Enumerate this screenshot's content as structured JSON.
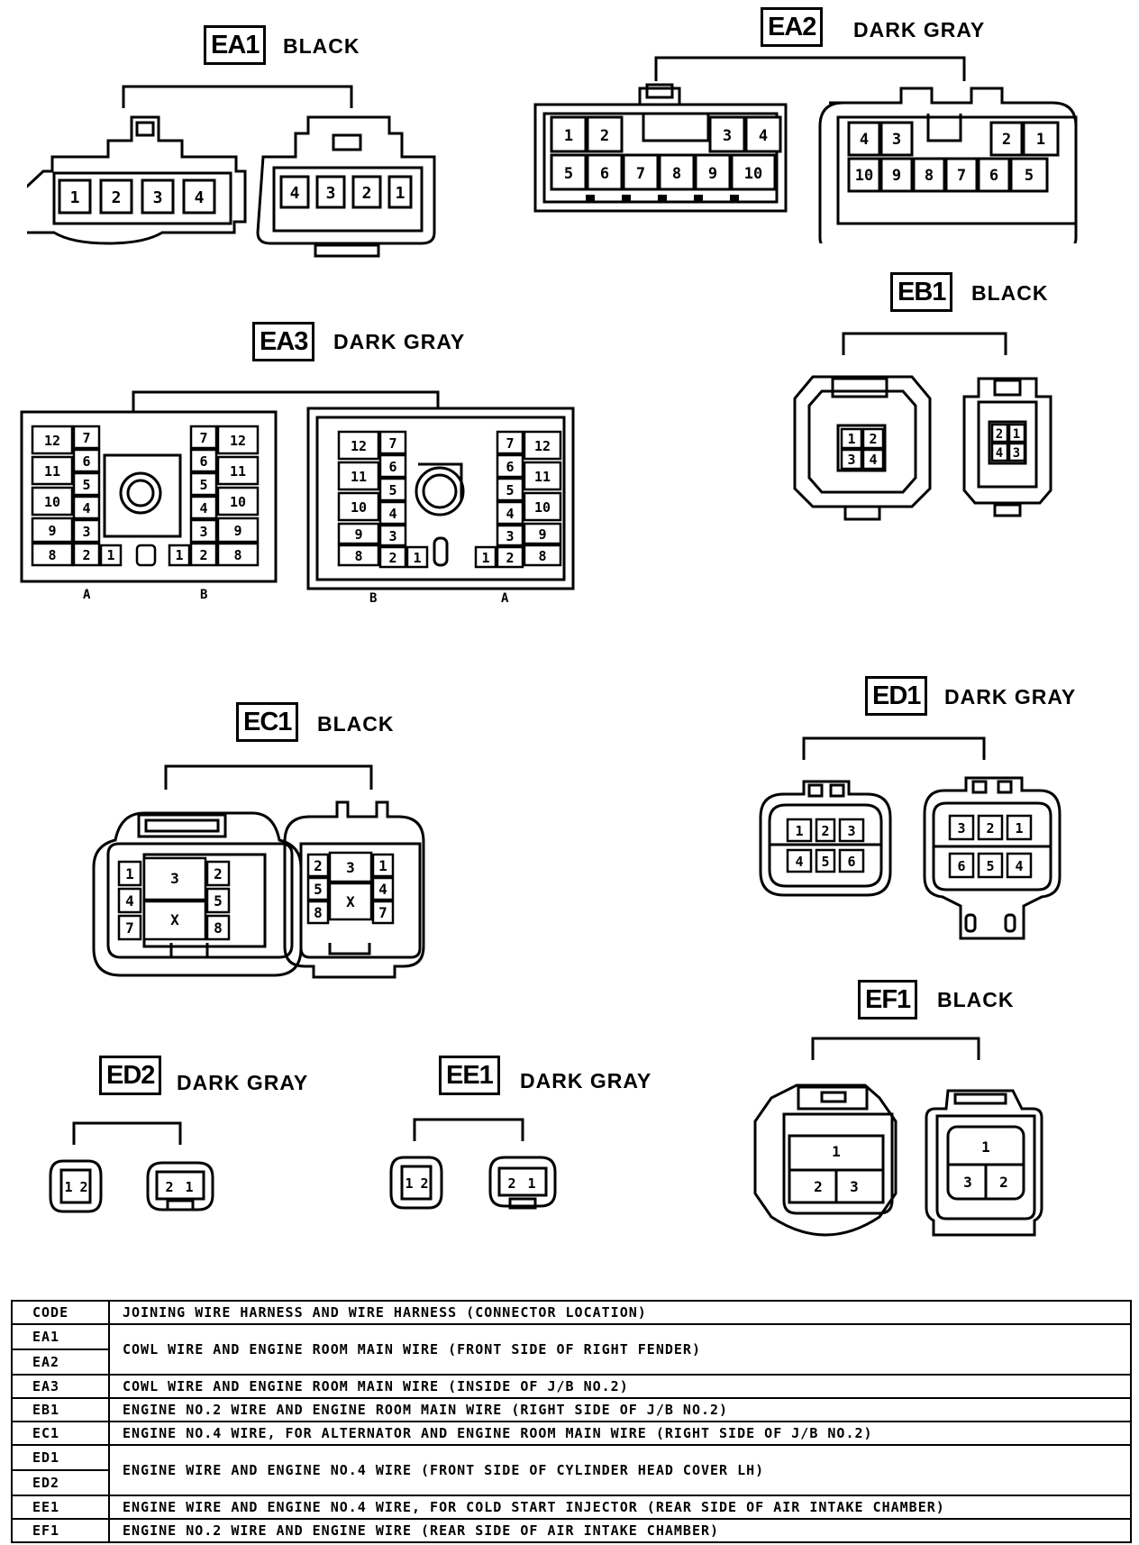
{
  "connectors": {
    "EA1": {
      "code": "EA1",
      "color": "BLACK"
    },
    "EA2": {
      "code": "EA2",
      "color": "DARK GRAY"
    },
    "EA3": {
      "code": "EA3",
      "color": "DARK GRAY"
    },
    "EB1": {
      "code": "EB1",
      "color": "BLACK"
    },
    "EC1": {
      "code": "EC1",
      "color": "BLACK"
    },
    "ED1": {
      "code": "ED1",
      "color": "DARK GRAY"
    },
    "ED2": {
      "code": "ED2",
      "color": "DARK GRAY"
    },
    "EE1": {
      "code": "EE1",
      "color": "DARK GRAY"
    },
    "EF1": {
      "code": "EF1",
      "color": "BLACK"
    }
  },
  "ea3_side_labels": {
    "left_a": "A",
    "left_b": "B",
    "right_b": "B",
    "right_a": "A"
  },
  "legend": {
    "header": {
      "code": "CODE",
      "desc": "JOINING WIRE HARNESS AND WIRE HARNESS (CONNECTOR LOCATION)"
    },
    "rows": [
      {
        "codes": [
          "EA1",
          "EA2"
        ],
        "desc": "COWL WIRE AND ENGINE ROOM MAIN WIRE (FRONT SIDE OF RIGHT FENDER)"
      },
      {
        "codes": [
          "EA3"
        ],
        "desc": "COWL WIRE AND ENGINE ROOM MAIN WIRE (INSIDE OF J/B NO.2)"
      },
      {
        "codes": [
          "EB1"
        ],
        "desc": "ENGINE NO.2 WIRE AND ENGINE ROOM MAIN WIRE (RIGHT SIDE OF J/B NO.2)"
      },
      {
        "codes": [
          "EC1"
        ],
        "desc": "ENGINE NO.4 WIRE, FOR ALTERNATOR AND ENGINE ROOM MAIN WIRE (RIGHT SIDE OF J/B NO.2)"
      },
      {
        "codes": [
          "ED1",
          "ED2"
        ],
        "desc": "ENGINE WIRE AND ENGINE NO.4 WIRE (FRONT SIDE OF CYLINDER HEAD COVER LH)"
      },
      {
        "codes": [
          "EE1"
        ],
        "desc": "ENGINE WIRE AND ENGINE NO.4 WIRE, FOR COLD START INJECTOR (REAR SIDE OF AIR INTAKE CHAMBER)"
      },
      {
        "codes": [
          "EF1"
        ],
        "desc": "ENGINE NO.2 WIRE AND ENGINE WIRE (REAR SIDE OF AIR INTAKE CHAMBER)"
      }
    ]
  }
}
